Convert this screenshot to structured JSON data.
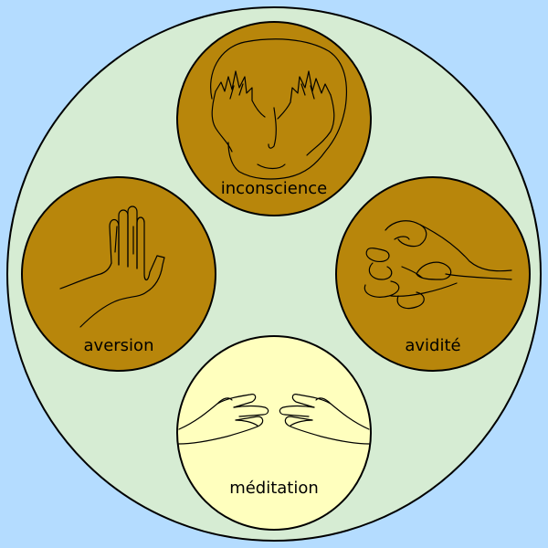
{
  "colors": {
    "background": "#b4dcff",
    "outer_circle": "#d6ecd3",
    "poison_circle": "#b8860b",
    "meditation_circle": "#ffffbe",
    "stroke": "#000000"
  },
  "circles": {
    "top": {
      "label": "inconscience",
      "icon": "hands-covering-eyes-icon"
    },
    "left": {
      "label": "aversion",
      "icon": "raised-hand-stop-icon"
    },
    "right": {
      "label": "avidité",
      "icon": "grasping-fingers-icon"
    },
    "bottom": {
      "label": "méditation",
      "icon": "open-hands-icon"
    }
  }
}
